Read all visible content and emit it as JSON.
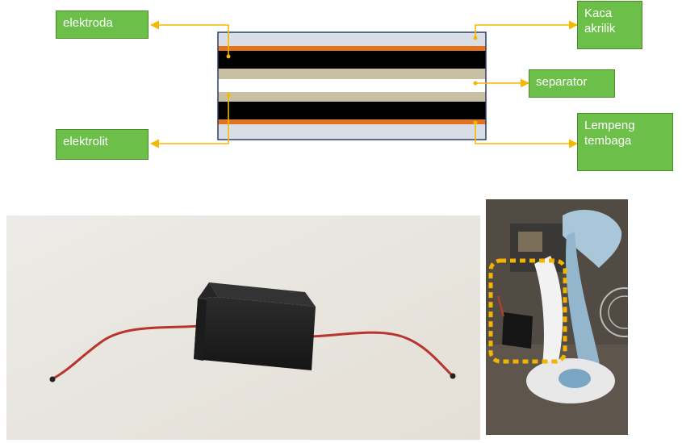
{
  "diagram": {
    "labels": {
      "elektroda": "elektroda",
      "kaca_akrilik_line1": "Kaca",
      "kaca_akrilik_line2": "akrilik",
      "separator": "separator",
      "elektrolit": "elektrolit",
      "lempeng_line1": "Lempeng",
      "lempeng_line2": "tembaga"
    },
    "colors": {
      "label_bg": "#6cc04a",
      "arrow": "#f5b800",
      "acrylic": "#d8dde6",
      "copper": "#e2731c",
      "electrode": "#000000",
      "electrolyte": "#c8c0a2",
      "separator": "#ffffff",
      "outline": "#2f3f6b"
    }
  },
  "photos": {
    "left": {
      "subject": "black-battery-module-with-red-wires"
    },
    "right": {
      "subject": "battery-mounted-on-fan-base",
      "highlight_color": "#f2b400"
    }
  }
}
